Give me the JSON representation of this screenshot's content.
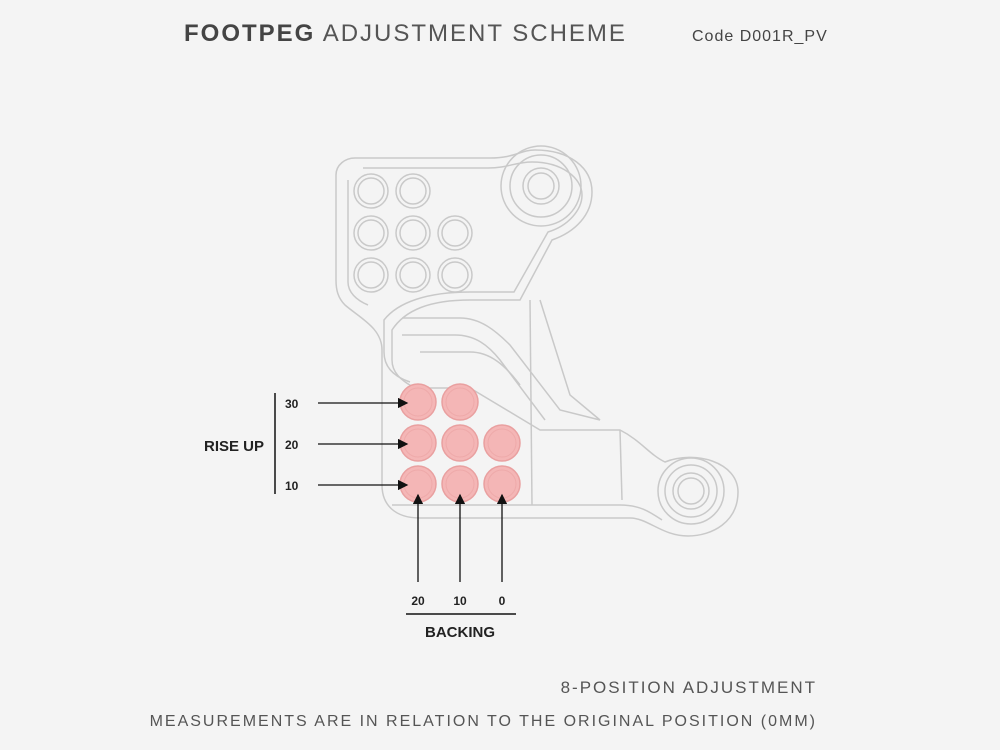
{
  "header": {
    "title_bold": "FOOTPEG",
    "title_rest": "ADJUSTMENT SCHEME",
    "code": "Code D001R_PV"
  },
  "diagram": {
    "rise_up": {
      "label": "RISE UP",
      "values": [
        "30",
        "20",
        "10"
      ]
    },
    "backing": {
      "label": "BACKING",
      "values": [
        "20",
        "10",
        "0"
      ]
    },
    "highlight_color": "#f4b6b6",
    "outline_color": "#cfcfcf"
  },
  "footer": {
    "positions": "8-POSITION ADJUSTMENT",
    "note": "MEASUREMENTS ARE IN RELATION TO THE ORIGINAL POSITION (0MM)"
  }
}
